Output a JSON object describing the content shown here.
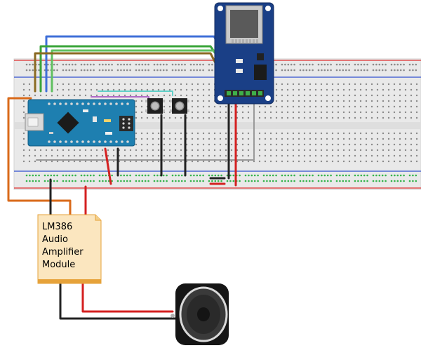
{
  "amplifier": {
    "label_lines": [
      "LM386",
      "Audio",
      "Amplifier",
      "Module"
    ]
  },
  "colors": {
    "board_bg": "#e9e9e9",
    "rail_red": "#e03030",
    "rail_blue": "#3050d0",
    "nano_blue": "#1e7fb0",
    "sd_blue": "#1a3f86",
    "wire_blue": "#3f6fd8",
    "wire_green": "#3aa43a",
    "wire_lime": "#60c060",
    "wire_brown": "#8a6a22",
    "wire_orange": "#d96a1a",
    "wire_red": "#d42020",
    "wire_black": "#222222",
    "wire_gray": "#9a9a9a",
    "wire_cyan": "#5fd0c8",
    "wire_purple": "#b06ac8",
    "module_fill": "#fbe6bf",
    "module_stripe": "#e6a23a"
  },
  "components": {
    "nano": "arduino-nano-icon",
    "sd_module": "micro-sd-card-module-icon",
    "button_1": "tactile-push-button-icon",
    "button_2": "tactile-push-button-icon",
    "speaker": "loudspeaker-icon",
    "breadboard": "breadboard-icon"
  }
}
